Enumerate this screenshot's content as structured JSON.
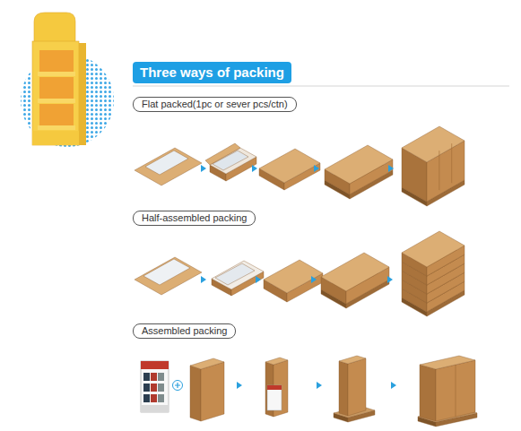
{
  "diagram": {
    "title": "Three ways of packing",
    "nodes": [
      {
        "text": [
          "Flat packed(1pc or sever pcs/ctn)"
        ]
      },
      {
        "text": [
          "Half-assembled packing"
        ]
      },
      {
        "text": [
          "Assembled packing"
        ]
      }
    ]
  }
}
